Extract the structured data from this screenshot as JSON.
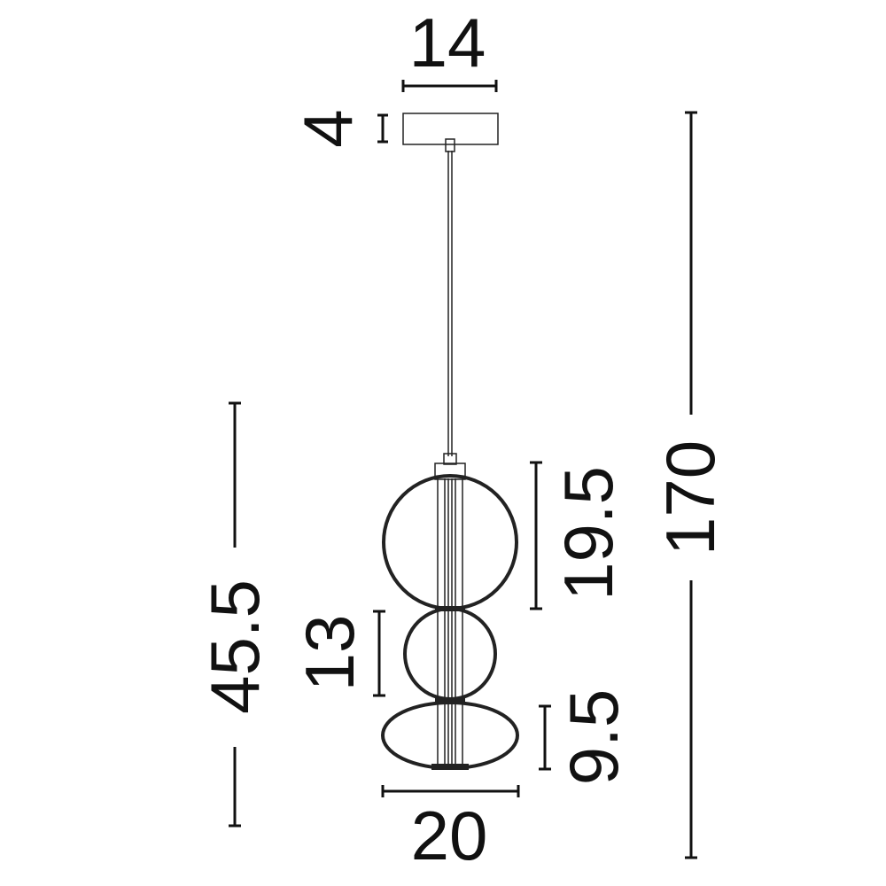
{
  "title": "Pendant lamp dimension drawing",
  "dimensions": {
    "canopy_width": "14",
    "canopy_height": "4",
    "total_height": "170",
    "body_height": "45.5",
    "top_sphere": "19.5",
    "middle_sphere": "13",
    "bottom_shade": "9.5",
    "body_width": "20"
  },
  "colors": {
    "line": "#111111",
    "background": "#ffffff"
  }
}
